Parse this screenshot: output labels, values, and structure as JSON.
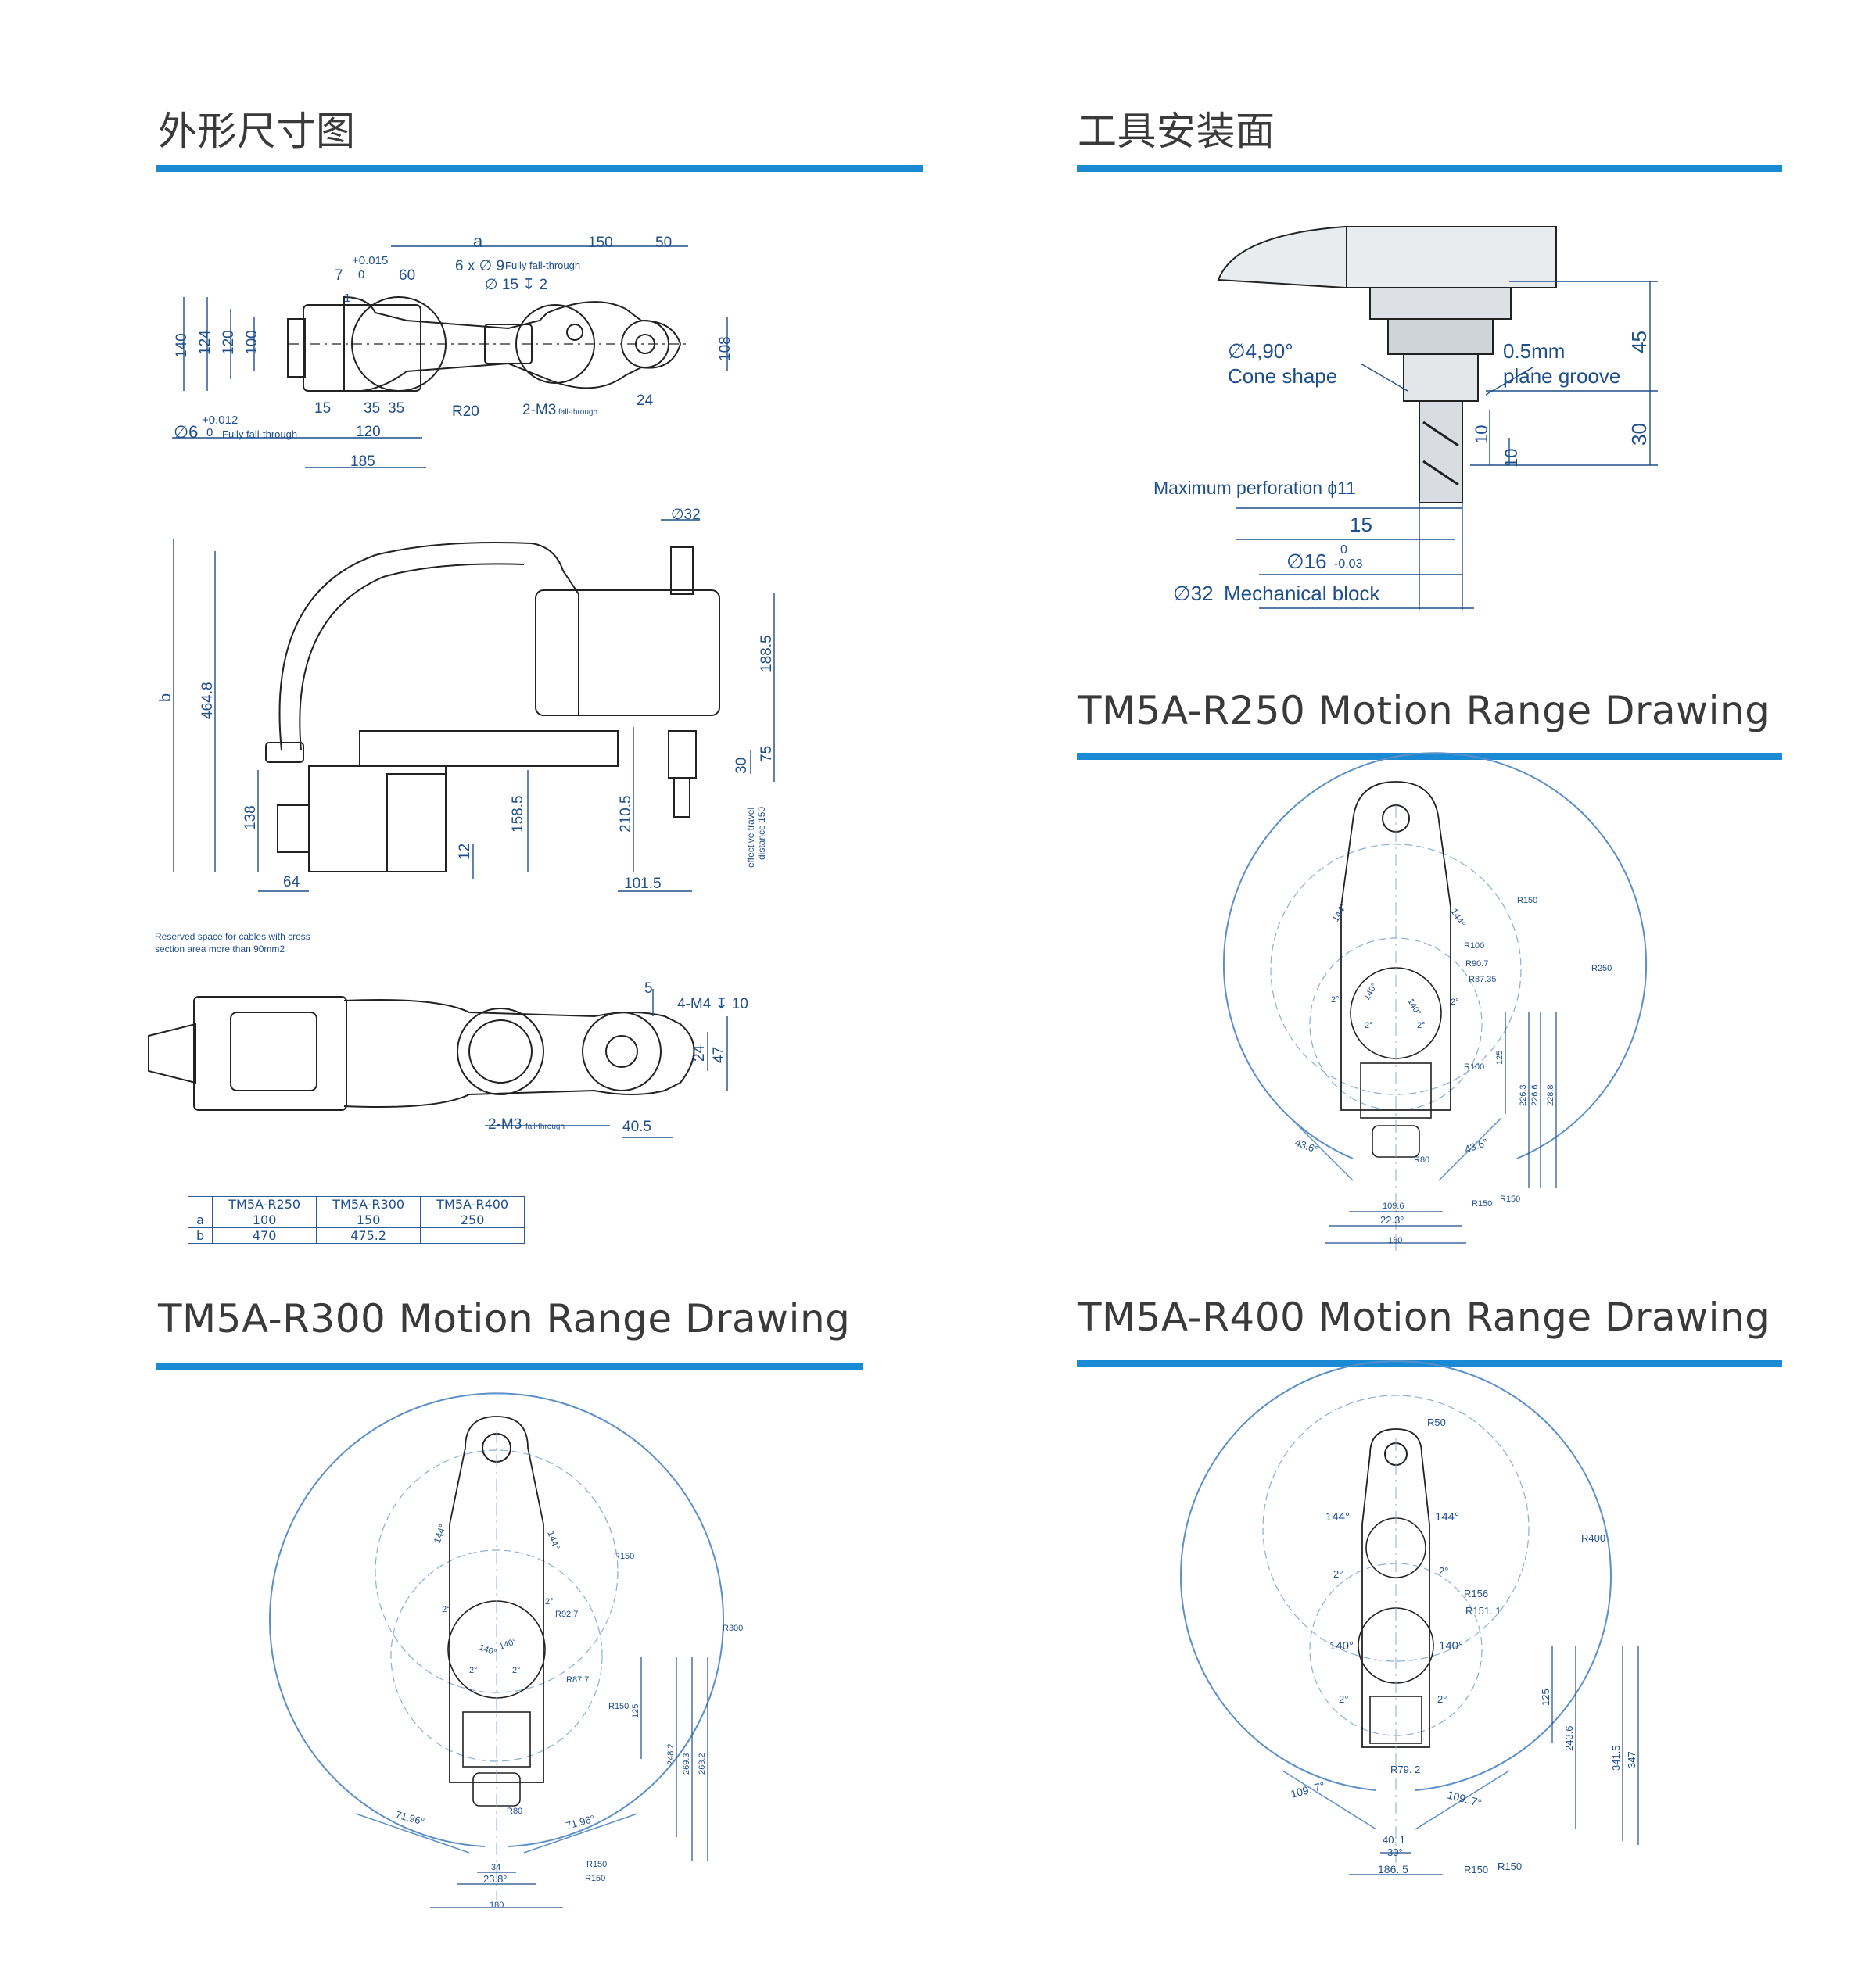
{
  "sections": {
    "outline": "外形尺寸图",
    "tool": "工具安装面",
    "r250": "TM5A-R250 Motion Range Drawing",
    "r300": "TM5A-R300  Motion Range Drawing",
    "r400": "TM5A-R400 Motion Range Drawing"
  },
  "colors": {
    "accent": "#1a8ad4",
    "dim": "#1f4e8c",
    "outline": "#222222",
    "range": "#5b8fc7"
  },
  "outline_top": {
    "a": "a",
    "d150": "150",
    "d50": "50",
    "tol_upper": "+0.015",
    "tol_zero": "0",
    "d7": "7",
    "d60": "60",
    "hole_spec": "6 x ∅ 9",
    "fully": "Fully fall-through",
    "counter": "∅ 15 ↧ 2",
    "d140": "140",
    "d124": "124",
    "d120v": "120",
    "d100": "100",
    "d108": "108",
    "d1": "1",
    "d15": "15",
    "d35a": "35",
    "d35b": "35",
    "r20": "R20",
    "m3": "2-M3",
    "m3_sub": "fall-through",
    "d24": "24",
    "phi6": "∅6",
    "tol2_upper": "+0.012",
    "tol2_zero": "0",
    "phi6_sub": "Fully fall-through",
    "d120": "120",
    "d185": "185"
  },
  "outline_side": {
    "phi32": "∅32",
    "b": "b",
    "h4648": "464.8",
    "h1885": "188.5",
    "h75": "75",
    "h30": "30",
    "h138": "138",
    "h1585": "158.5",
    "h2105": "210.5",
    "h12": "12",
    "travel1": "effective travel",
    "travel2": "distance 150",
    "w64": "64",
    "w1015": "101.5",
    "note1": "Reserved space for cables with cross",
    "note2": "section area more than 90mm2"
  },
  "outline_bottom": {
    "d5": "5",
    "m4": "4-M4 ↧ 10",
    "d24": "24",
    "d47": "47",
    "m3": "2-M3",
    "m3_sub": "fall-through",
    "d405": "40.5"
  },
  "table": {
    "headers": [
      "",
      "TM5A-R250",
      "TM5A-R300",
      "TM5A-R400"
    ],
    "row_a": [
      "a",
      "100",
      "150",
      "250"
    ],
    "row_b": [
      "b",
      "470",
      "475.2",
      ""
    ]
  },
  "tool": {
    "cone1": "∅4,90°",
    "cone2": "Cone shape",
    "groove1": "0.5mm",
    "groove2": "plane groove",
    "d45": "45",
    "d30": "30",
    "d10a": "10",
    "d10b": "10",
    "perf": "Maximum perforation ɸ11",
    "d15": "15",
    "phi16": "∅16",
    "tol_zero": "0",
    "tol_low": "-0.03",
    "phi32": "∅32",
    "block": "Mechanical block"
  },
  "r250": {
    "a144l": "144°",
    "a144r": "144°",
    "r150": "R150",
    "r250": "R250",
    "r100": "R100",
    "r907": "R90.7",
    "r8735": "R87.35",
    "a2a": "2°",
    "a140a": "140°",
    "a140b": "140°",
    "a2b": "2°",
    "a2c": "2°",
    "a2d": "2°",
    "r100b": "R100",
    "d125": "125",
    "d2263": "226.3",
    "d2266": "226.6",
    "d2288": "228.8",
    "a436l": "43.6°",
    "a436r": "43.6°",
    "r80": "R80",
    "d1096": "109.6",
    "a223": "22.3°",
    "d180": "180",
    "r150b": "R150",
    "r150c": "R150"
  },
  "r300": {
    "a144l": "144°",
    "a144r": "144°",
    "r150": "R150",
    "r300": "R300",
    "a2a": "2°",
    "a2b": "2°",
    "r927": "R92.7",
    "a140a": "140°",
    "a140b": "140°",
    "a2c": "2°",
    "a2d": "2°",
    "r877": "R87.7",
    "r150b": "R150",
    "d125": "125",
    "d2482": "248.2",
    "d2693": "269.3",
    "d2682": "268.2",
    "a7196l": "71.96°",
    "a7196r": "71.96°",
    "r80": "R80",
    "d34": "34",
    "a238": "23.8°",
    "d180": "180",
    "r150c": "R150",
    "r150d": "R150"
  },
  "r400": {
    "r50": "R50",
    "r400": "R400",
    "a144l": "144°",
    "a144r": "144°",
    "a2a": "2°",
    "a2b": "2°",
    "r156": "R156",
    "r1511": "R151. 1",
    "a140l": "140°",
    "a140r": "140°",
    "a2c": "2°",
    "a2d": "2°",
    "d125": "125",
    "d2436": "243.6",
    "d3415": "341.5",
    "d347": "347",
    "r792": "R79. 2",
    "a1097l": "109. 7°",
    "a1097r": "109. 7°",
    "d401": "40. 1",
    "a30": "30°",
    "d1865": "186. 5",
    "r150a": "R150",
    "r150b": "R150"
  }
}
